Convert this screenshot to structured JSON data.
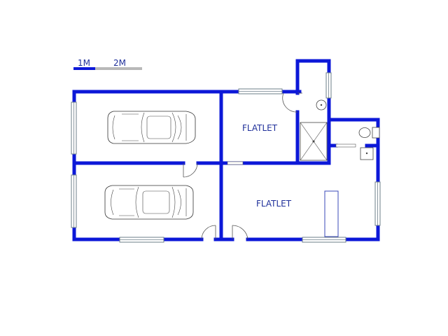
{
  "plan": {
    "scale_bar": {
      "label_1": "1M",
      "label_2": "2M"
    },
    "rooms": [
      {
        "id": "flatlet-upper",
        "label": "FLATLET"
      },
      {
        "id": "flatlet-lower",
        "label": "FLATLET"
      }
    ],
    "colors": {
      "wall": "#0c18d8",
      "label": "#1f2f9a"
    }
  }
}
